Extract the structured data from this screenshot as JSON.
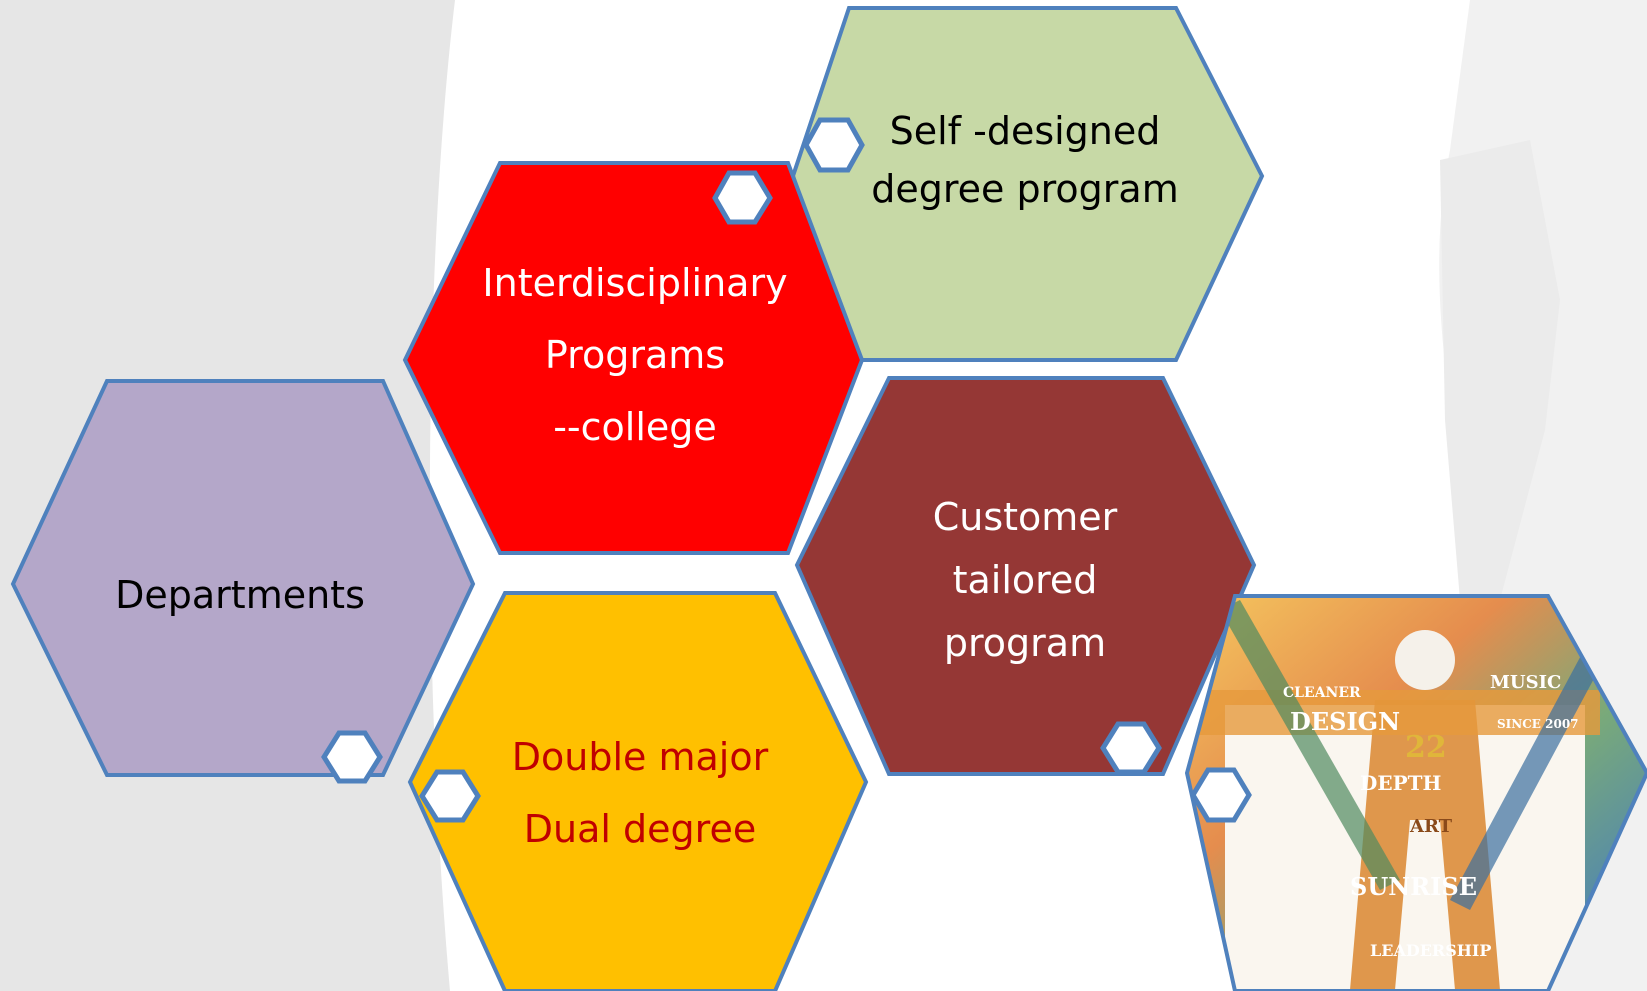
{
  "diagram": {
    "hexagons": {
      "departments": {
        "lines": [
          "Departments"
        ],
        "fill": "#b4a7c9",
        "text_color": "#000000"
      },
      "interdisciplinary": {
        "lines": [
          "Interdisciplinary",
          "Programs",
          "--college"
        ],
        "fill": "#ff0000",
        "text_color": "#ffffff"
      },
      "self_designed": {
        "lines": [
          "Self -designed",
          "degree program"
        ],
        "fill": "#c7d9a6",
        "text_color": "#000000"
      },
      "customer_tailored": {
        "lines": [
          "Customer",
          "tailored",
          "program"
        ],
        "fill": "#953735",
        "text_color": "#ffffff"
      },
      "double_major": {
        "lines": [
          "Double major",
          "Dual degree"
        ],
        "fill": "#ffc000",
        "text_color": "#c00000"
      }
    },
    "collage_words": [
      "CLEANER",
      "MUSIC",
      "DESIGN",
      "SINCE 2007",
      "22",
      "DEPTH",
      "ART",
      "SUNRISE",
      "LEADERSHIP"
    ],
    "outline_color": "#4f81bd"
  }
}
